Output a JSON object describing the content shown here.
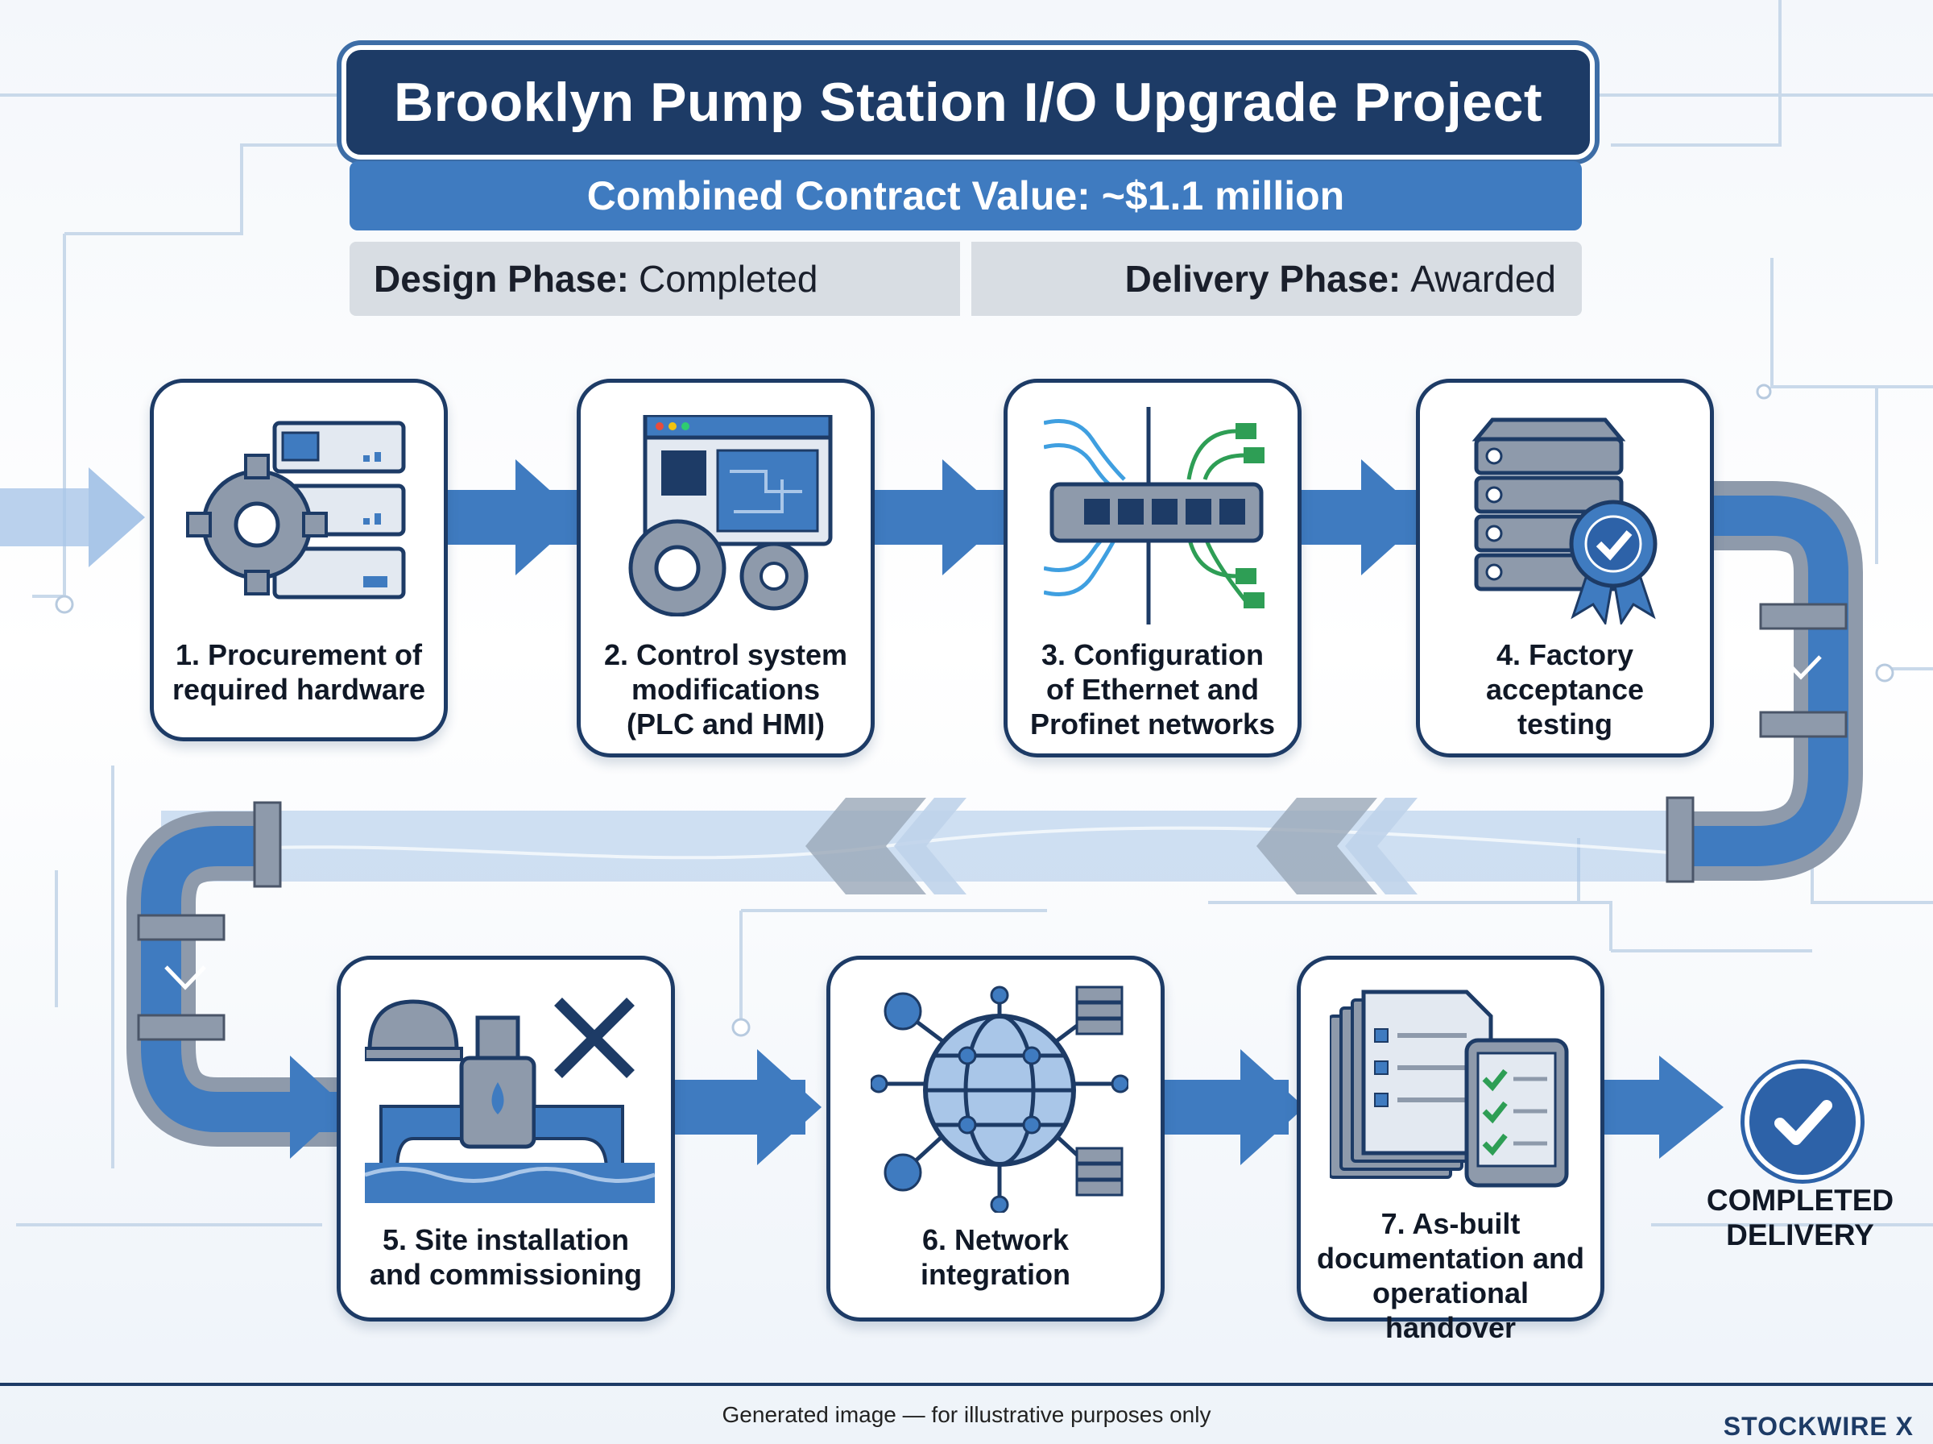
{
  "header": {
    "title": "Brooklyn Pump Station I/O Upgrade Project",
    "contract_value": "Combined Contract Value: ~$1.1 million",
    "design_phase_label": "Design Phase:",
    "design_phase_value": "Completed",
    "delivery_phase_label": "Delivery Phase:",
    "delivery_phase_value": "Awarded"
  },
  "steps": [
    {
      "label": "1. Procurement of\nrequired hardware",
      "icon": "gear-server-icon"
    },
    {
      "label": "2. Control system\nmodifications\n(PLC and HMI)",
      "icon": "plc-hmi-icon"
    },
    {
      "label": "3. Configuration\nof Ethernet and\nProfinet networks",
      "icon": "network-switch-icon"
    },
    {
      "label": "4. Factory\nacceptance\ntesting",
      "icon": "certified-server-icon"
    },
    {
      "label": "5. Site installation\nand commissioning",
      "icon": "pump-installation-icon"
    },
    {
      "label": "6. Network\nintegration",
      "icon": "globe-network-icon"
    },
    {
      "label": "7. As-built\ndocumentation and\noperational handover",
      "icon": "documents-checklist-icon"
    }
  ],
  "completion": {
    "label": "COMPLETED\nDELIVERY",
    "icon": "checkmark-icon"
  },
  "footer": {
    "note": "Generated image — for illustrative purposes only",
    "brand": "STOCKWIRE X"
  },
  "colors": {
    "navy": "#1d3b66",
    "blue": "#3f7bc0",
    "light_blue": "#a9c6e8",
    "grey": "#8e9aab",
    "green": "#2e9e55"
  }
}
